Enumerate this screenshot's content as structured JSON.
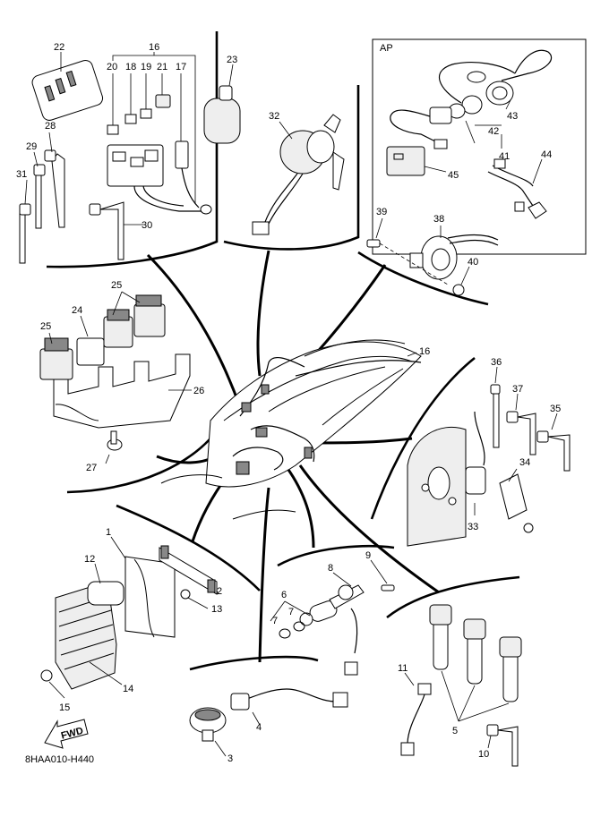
{
  "title_code": "8HAA010-H440",
  "fwd_label": "FWD",
  "ap_label": "AP",
  "callouts": {
    "c1": "1",
    "c2": "2",
    "c3": "3",
    "c4": "4",
    "c5": "5",
    "c6": "6",
    "c7a": "7",
    "c7b": "7",
    "c8": "8",
    "c9": "9",
    "c10": "10",
    "c11": "11",
    "c12": "12",
    "c13": "13",
    "c14": "14",
    "c15": "15",
    "c16a": "16",
    "c16b": "16",
    "c17": "17",
    "c18": "18",
    "c19": "19",
    "c20": "20",
    "c21": "21",
    "c22": "22",
    "c23": "23",
    "c24": "24",
    "c25a": "25",
    "c25b": "25",
    "c26": "26",
    "c27": "27",
    "c28": "28",
    "c29": "29",
    "c30": "30",
    "c31": "31",
    "c32": "32",
    "c33": "33",
    "c34": "34",
    "c35": "35",
    "c36": "36",
    "c37": "37",
    "c38": "38",
    "c39": "39",
    "c40": "40",
    "c41": "41",
    "c42": "42",
    "c43": "43",
    "c44": "44",
    "c45": "45"
  }
}
